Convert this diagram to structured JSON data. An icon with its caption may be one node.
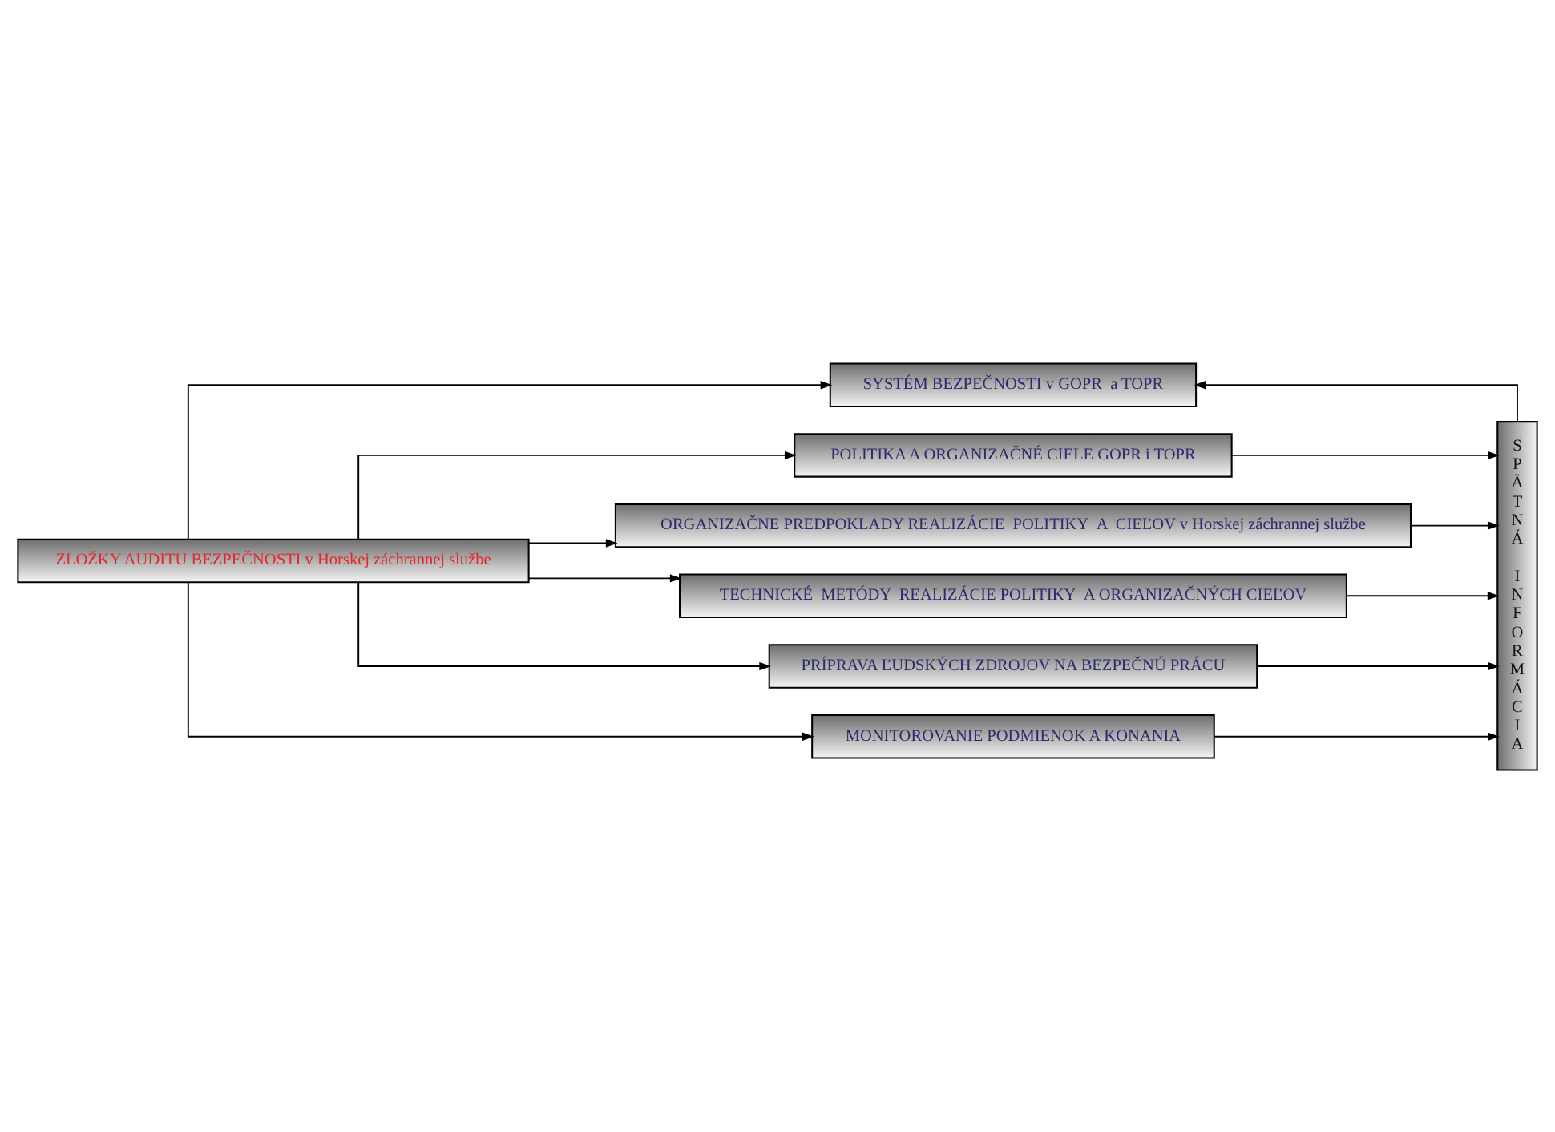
{
  "diagram": {
    "nodes": [
      {
        "text": [
          "ZLOŽKY AUDITU BEZPEČNOSTI v Horskej záchrannej službe"
        ]
      },
      {
        "text": [
          "SYSTÉM BEZPEČNOSTI v GOPR  a TOPR"
        ]
      },
      {
        "text": [
          "POLITIKA A ORGANIZAČNÉ CIELE GOPR i TOPR"
        ]
      },
      {
        "text": [
          "ORGANIZAČNE PREDPOKLADY REALIZÁCIE  POLITIKY  A  CIEĽOV v Horskej záchrannej službe"
        ]
      },
      {
        "text": [
          "TECHNICKÉ  METÓDY  REALIZÁCIE POLITIKY  A ORGANIZAČNÝCH CIEĽOV"
        ]
      },
      {
        "text": [
          "PRÍPRAVA ĽUDSKÝCH ZDROJOV NA BEZPEČNÚ PRÁCU"
        ]
      },
      {
        "text": [
          "MONITOROVANIE PODMIENOK A KONANIA"
        ]
      },
      {
        "text": [
          "SPÄTNÁ INFORMÁCIA"
        ]
      }
    ],
    "edges": [
      {
        "from": 0,
        "to": 1,
        "arrow": "to"
      },
      {
        "from": 0,
        "to": 2,
        "arrow": "to"
      },
      {
        "from": 0,
        "to": 3,
        "arrow": "to"
      },
      {
        "from": 0,
        "to": 4,
        "arrow": "to"
      },
      {
        "from": 0,
        "to": 5,
        "arrow": "to"
      },
      {
        "from": 0,
        "to": 6,
        "arrow": "to"
      },
      {
        "from": 7,
        "to": 1,
        "arrow": "to"
      },
      {
        "from": 2,
        "to": 7,
        "arrow": "to"
      },
      {
        "from": 3,
        "to": 7,
        "arrow": "to"
      },
      {
        "from": 4,
        "to": 7,
        "arrow": "to"
      },
      {
        "from": 5,
        "to": 7,
        "arrow": "to"
      },
      {
        "from": 6,
        "to": 7,
        "arrow": "to"
      }
    ]
  }
}
